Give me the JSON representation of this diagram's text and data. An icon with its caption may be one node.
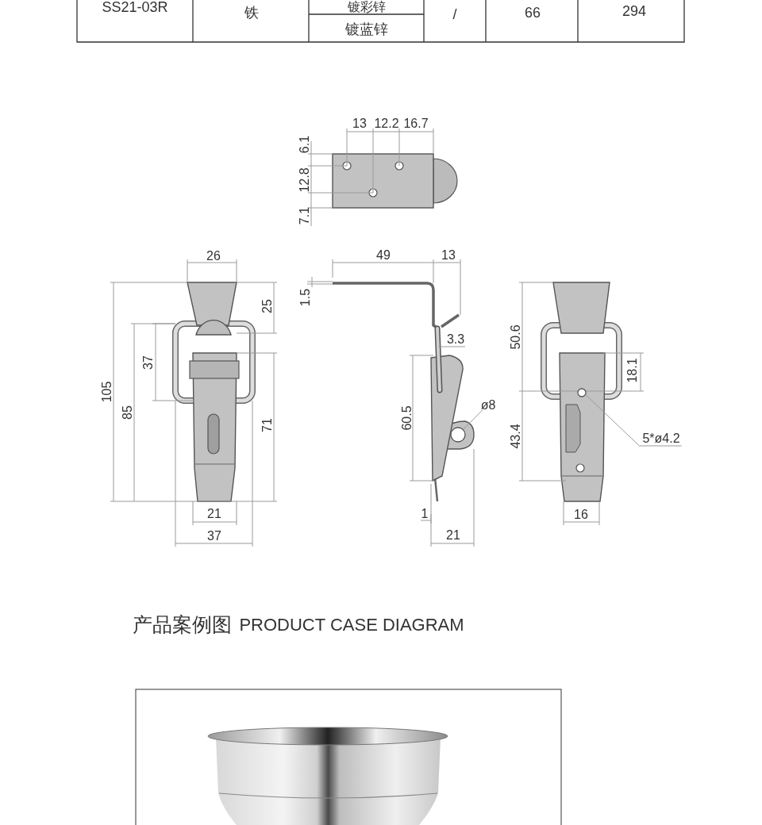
{
  "diagram": {
    "title": "产品案例图",
    "nodes": [
      {
        "text": [
          "ø8"
        ]
      },
      {
        "text": [],
        "shape": "circle"
      },
      {
        "text": [
          "5*ø4.2"
        ]
      },
      {
        "text": [],
        "shape": "circle"
      }
    ],
    "edges": [
      {
        "from": 0,
        "to": 1,
        "arrow": "none"
      },
      {
        "from": 2,
        "to": 3,
        "arrow": "none"
      }
    ],
    "labels": [
      "SS21-03R",
      "铁",
      "镀彩锌",
      "/",
      "66",
      "294",
      "镀蓝锌",
      "13",
      "12.2",
      "16.7",
      "6.1",
      "12.8",
      "7.1",
      "26",
      "25",
      "37",
      "105",
      "85",
      "71",
      "21",
      "37",
      "49",
      "13",
      "1.5",
      "3.3",
      "60.5",
      "1",
      "21",
      "50.6",
      "18.1",
      "43.4",
      "16",
      "PRODUCT CASE DIAGRAM"
    ]
  }
}
